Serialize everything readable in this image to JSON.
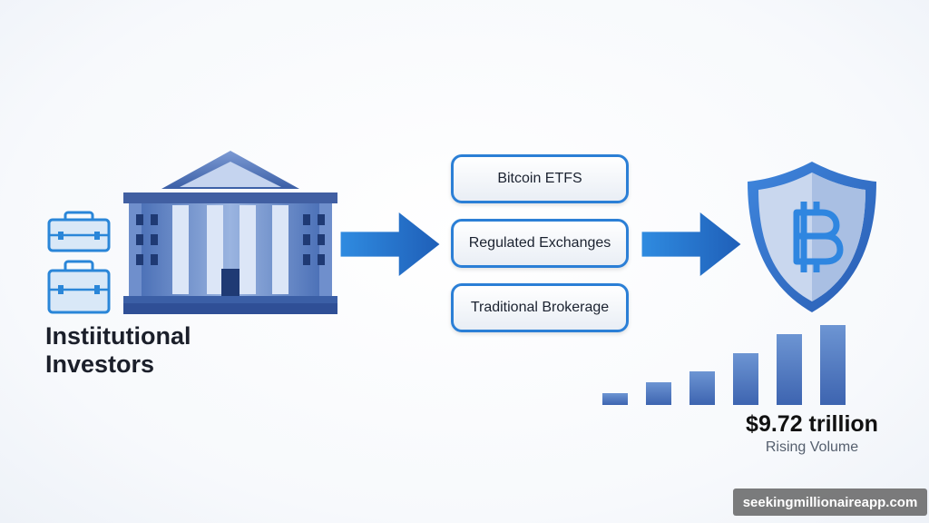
{
  "investors": {
    "label_line1": "Instiitutional",
    "label_line2": "Investors"
  },
  "channels": [
    {
      "label": "Bitcoin ETFS"
    },
    {
      "label": "Regulated Exchanges"
    },
    {
      "label": "Traditional Brokerage"
    }
  ],
  "volume": {
    "amount": "$9.72 trillion",
    "caption": "Rising Volume",
    "bars": [
      0.15,
      0.28,
      0.42,
      0.65,
      0.89,
      1.0
    ]
  },
  "watermark": "seekingmillionaireapp.com",
  "colors": {
    "accent": "#2b7fd6",
    "building": "#5f82c4",
    "shield": "#3a73c9"
  },
  "icons": [
    "briefcase-icon",
    "bank-building-icon",
    "arrow-right-icon",
    "shield-bitcoin-icon"
  ]
}
